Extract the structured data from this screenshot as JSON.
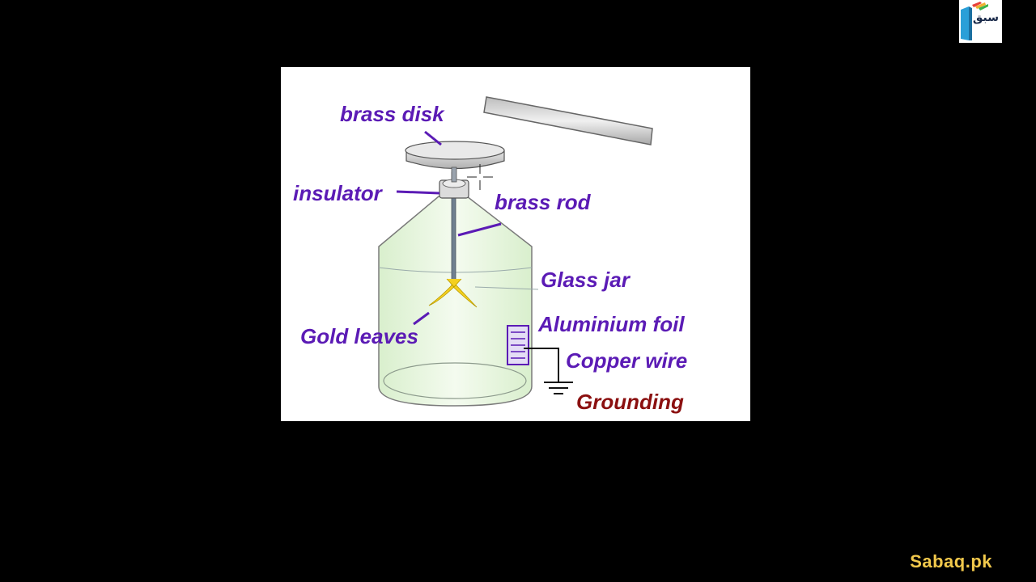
{
  "diagram": {
    "labels": {
      "brass_disk": "brass disk",
      "insulator": "insulator",
      "brass_rod": "brass rod",
      "glass_jar": "Glass jar",
      "aluminium_foil": "Aluminium foil",
      "gold_leaves": "Gold leaves",
      "copper_wire": "Copper wire",
      "grounding": "Grounding"
    },
    "colors": {
      "label_purple": "#5b1bb5",
      "label_grounding": "#8b1010",
      "jar_fill": "#e8f5e0",
      "jar_stroke": "#707070",
      "gold": "#f4d020"
    }
  },
  "logo": {
    "text": "سبق",
    "icon": "book-icon"
  },
  "brand": {
    "text": "Sabaq.pk"
  }
}
